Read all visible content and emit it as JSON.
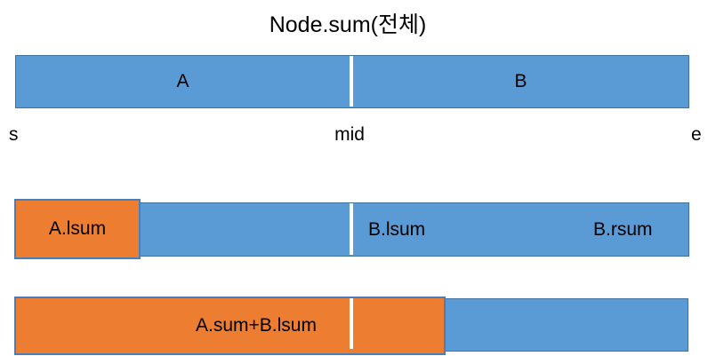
{
  "title": "Node.sum(전체)",
  "colors": {
    "background": "#FFFFFF",
    "blue_fill": "#5B9BD5",
    "blue_border": "#41719C",
    "orange_fill": "#ED7D31",
    "orange_border": "#4A7EBB",
    "divider": "#FFFFFF",
    "text": "#000000"
  },
  "top_bar": {
    "left_label": "A",
    "right_label": "B"
  },
  "axis_labels": {
    "start": "s",
    "mid": "mid",
    "end": "e"
  },
  "middle_bar": {
    "left_box_label": "A.lsum",
    "after_mid_label": "B.lsum",
    "right_label": "B.rsum"
  },
  "bottom_bar": {
    "label": "A.sum+B.lsum"
  }
}
